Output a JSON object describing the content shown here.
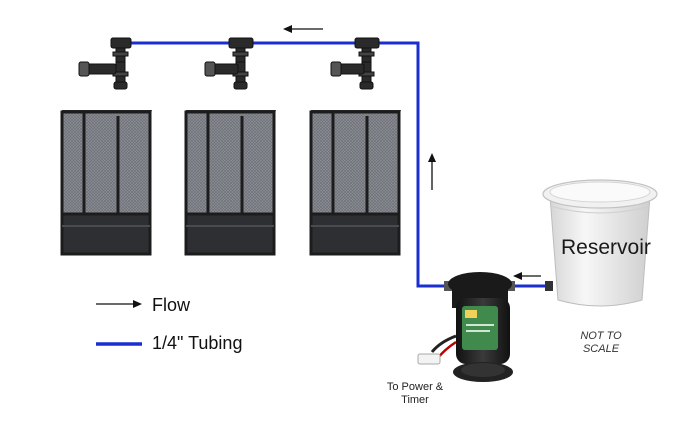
{
  "labels": {
    "reservoir": "Reservoir",
    "flow": "Flow",
    "tubing": "1/4\" Tubing",
    "scale_note": "NOT TO SCALE",
    "power_note": "To Power & Timer"
  },
  "colors": {
    "tubing": "#1b2fd0",
    "arrow": "#111111",
    "enclosure_frame": "#1c1c1c",
    "enclosure_mesh": "#7e8288",
    "reservoir_body": "#ececec",
    "pump_body": "#222222",
    "pump_label": "#3f8a4c"
  },
  "components": {
    "enclosures": 3,
    "misting_nozzles": 3
  }
}
